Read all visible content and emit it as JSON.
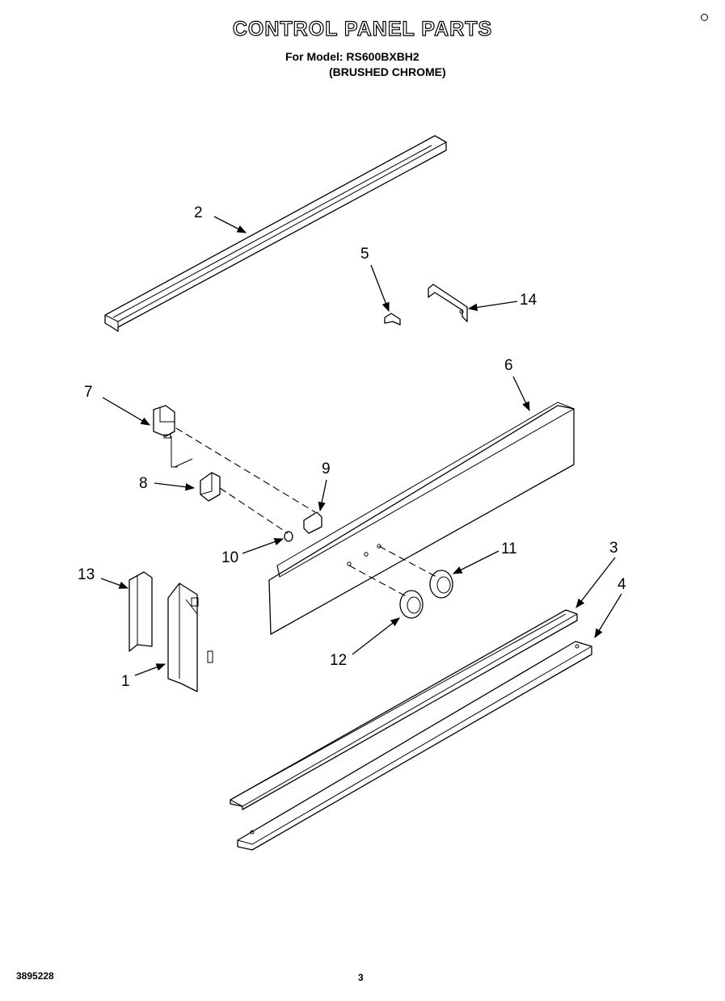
{
  "header": {
    "title": "CONTROL PANEL PARTS",
    "model_line": "For Model: RS600BXBH2",
    "finish_line": "(BRUSHED CHROME)"
  },
  "callouts": [
    "1",
    "2",
    "3",
    "4",
    "5",
    "6",
    "7",
    "8",
    "9",
    "10",
    "11",
    "12",
    "13",
    "14"
  ],
  "footer": {
    "code": "3895228",
    "page": "3"
  }
}
